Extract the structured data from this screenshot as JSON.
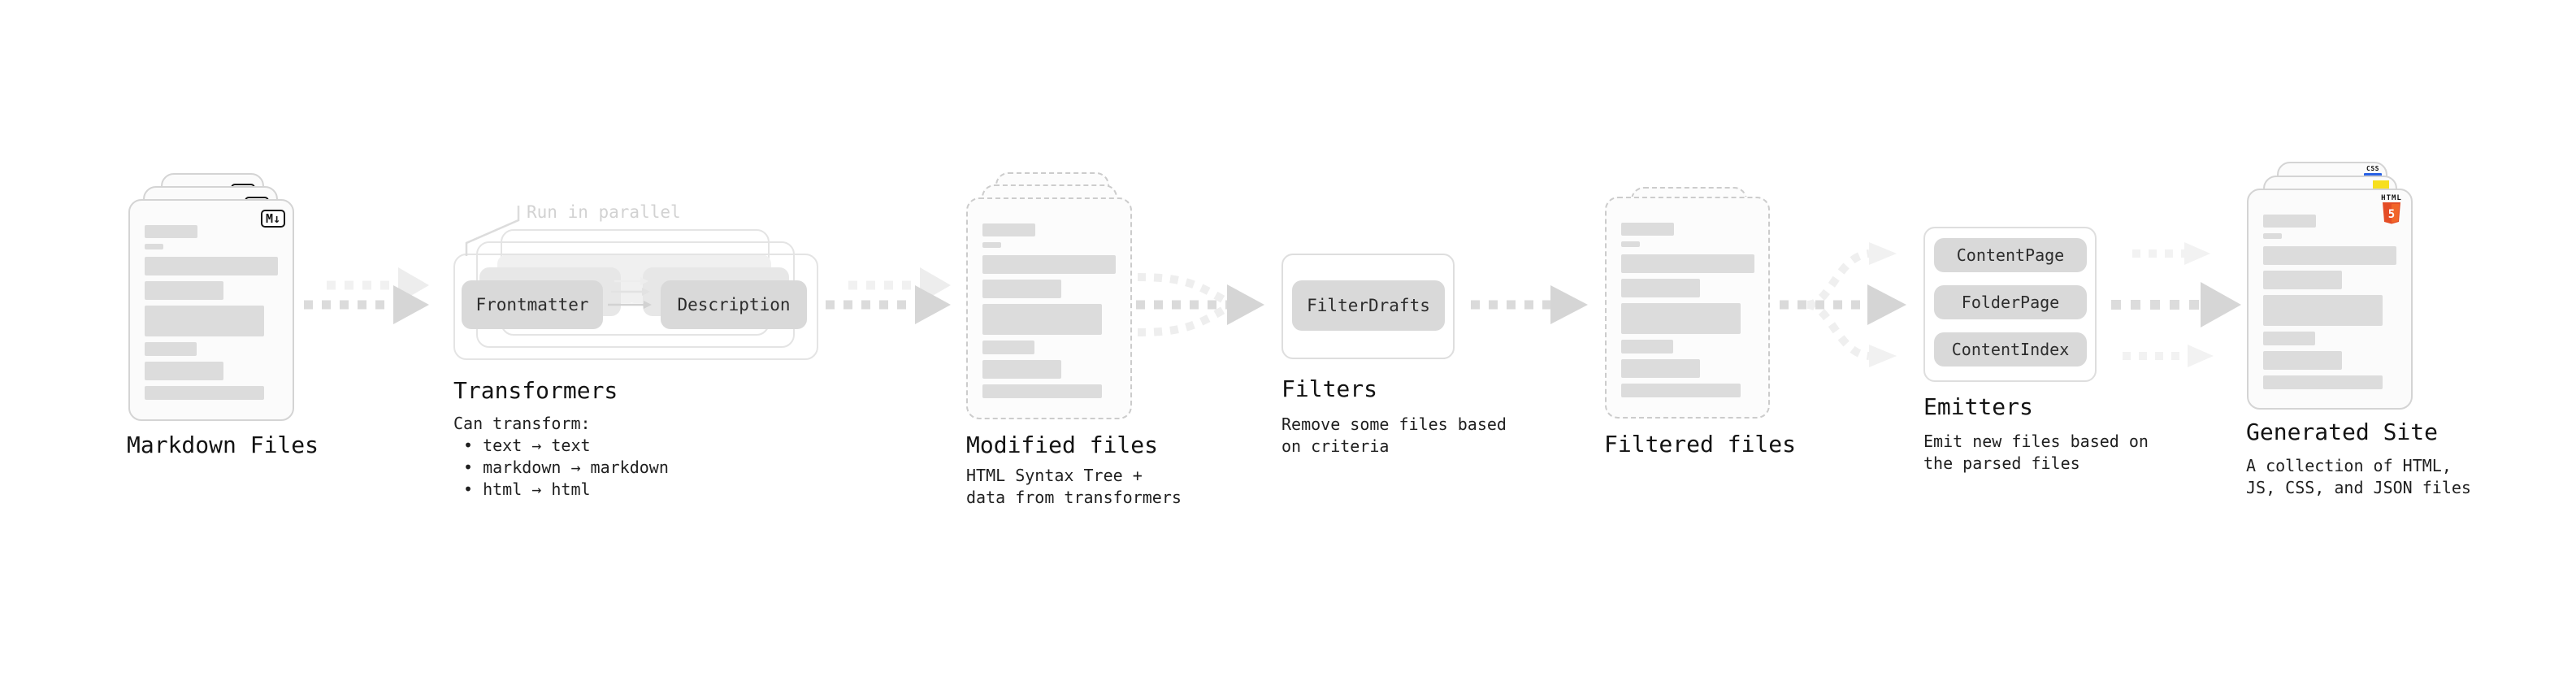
{
  "stages": {
    "markdown_files": {
      "label": "Markdown Files"
    },
    "transformers": {
      "annotation": "Run in parallel",
      "pills": [
        "Frontmatter",
        "Description"
      ],
      "title": "Transformers",
      "body": "Can transform:",
      "bullets": [
        "• text → text",
        "• markdown → markdown",
        "• html → html"
      ]
    },
    "modified_files": {
      "title": "Modified files",
      "body": [
        "HTML Syntax Tree +",
        "data from transformers"
      ]
    },
    "filters": {
      "pill": "FilterDrafts",
      "title": "Filters",
      "body": [
        "Remove some files based",
        "on criteria"
      ]
    },
    "filtered_files": {
      "label": "Filtered files"
    },
    "emitters": {
      "pills": [
        "ContentPage",
        "FolderPage",
        "ContentIndex"
      ],
      "title": "Emitters",
      "body": [
        "Emit new files based on",
        "the parsed files"
      ]
    },
    "generated_site": {
      "title": "Generated Site",
      "body": [
        "A collection of HTML,",
        "JS, CSS, and JSON files"
      ]
    }
  },
  "badges": {
    "markdown": "M↓",
    "css": "CSS",
    "html": "HTML",
    "html5_number": "5"
  },
  "icons": [
    "markdown-icon",
    "html5-icon",
    "js-icon",
    "css-icon",
    "flow-arrow-icon",
    "merge-arrow-icon",
    "split-arrow-icon"
  ],
  "colors": {
    "background": "#ffffff",
    "doc_fill": "#fbfbfb",
    "doc_border": "#d4d4d4",
    "dashed_border": "#cccccc",
    "text_bar": "#dcdcdc",
    "pill_fill": "#d9d9d9",
    "frame_border": "#e4e4e4",
    "arrow_dark": "#d9d9d9",
    "arrow_light": "#f0f0f0",
    "annotation_text": "#d2d2d2",
    "title_text": "#131313",
    "html5_orange": "#e44d26",
    "html5_orange_light": "#f16529",
    "js_yellow": "#f7df1e",
    "css_blue": "#2760e5"
  }
}
